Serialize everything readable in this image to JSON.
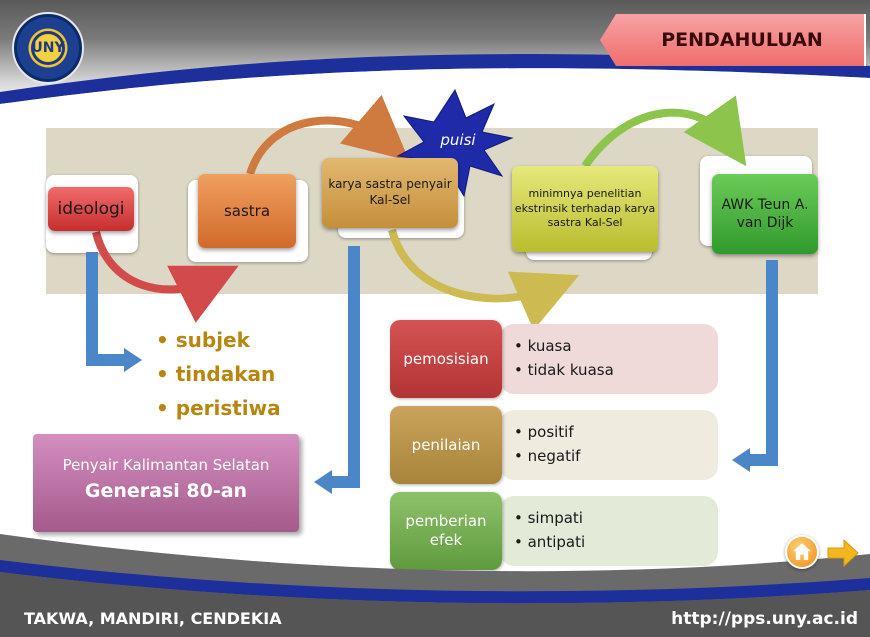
{
  "header": {
    "logo_initials": "UNY",
    "logo_name": "university-seal",
    "title": "PENDAHULUAN"
  },
  "flow": {
    "nodes": [
      {
        "id": "ideologi",
        "label": "ideologi"
      },
      {
        "id": "sastra",
        "label": "sastra"
      },
      {
        "id": "karya",
        "label": "karya sastra penyair Kal-Sel"
      },
      {
        "id": "minim",
        "label": "minimnya penelitian ekstrinsik terhadap karya sastra Kal-Sel"
      },
      {
        "id": "awk",
        "label": "AWK Teun A. van Dijk"
      }
    ],
    "star_label": "puisi"
  },
  "bullets": [
    "• subjek",
    "• tindakan",
    "• peristiwa"
  ],
  "penyair": {
    "line1": "Penyair Kalimantan Selatan",
    "line2": "Generasi 80-an"
  },
  "analysis_rows": [
    {
      "label": "pemosisian",
      "items": [
        "• kuasa",
        "•  tidak kuasa"
      ]
    },
    {
      "label": "penilaian",
      "items": [
        "• positif",
        "• negatif"
      ]
    },
    {
      "label": "pemberian efek",
      "items": [
        "• simpati",
        "• antipati"
      ]
    }
  ],
  "footer": {
    "motto": "TAKWA, MANDIRI, CENDEKIA",
    "url": "http://pps.uny.ac.id"
  },
  "nav": {
    "home_icon": "home-icon",
    "next_icon": "arrow-right-icon"
  },
  "colors": {
    "title_tab": "#f06d6d",
    "ideologi": "#c62e2e",
    "sastra": "#d06a2a",
    "karya": "#c58f3a",
    "minim": "#b9bd2e",
    "awk": "#2f9a2c",
    "bullet_text": "#b7860f",
    "connector_blue": "#4a86c8",
    "penyair_box": "#a45a8b"
  }
}
